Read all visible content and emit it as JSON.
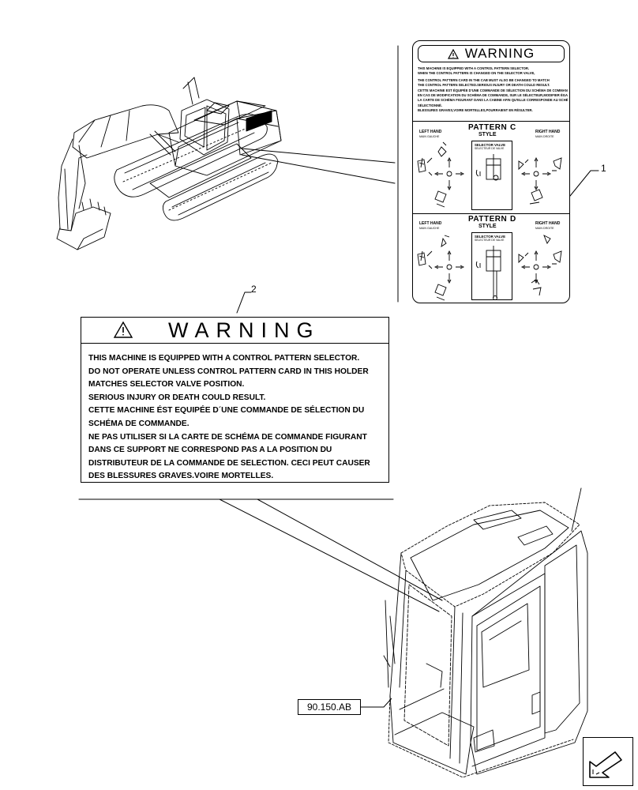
{
  "callouts": {
    "item1": "1",
    "item2": "2"
  },
  "reference_label": "90.150.AB",
  "decal_small": {
    "header": "WARNING",
    "lines": [
      "THIS MACHINE IS EQUIPPED WITH A CONTROL PATTERN SELECTOR.",
      "WHEN THE CONTROL PATTERN IS CHANGED ON THE SELECTOR VALVE,",
      "THE CONTROL PATTERN CARD IN THE CAB MUST ALSO BE CHANGED TO MATCH",
      "THE CONTROL PATTERN SELECTED.SERIOUS INJURY OR DEATH COULD RESULT.",
      "CETTE MACHINE EST ÉQUIPÉE D'UNE COMMANDE DE SÉLECTION DU SCHÉMA DE COMMANDE.",
      "EN CAS DE MODIFICATION DU SCHÉMA DE COMMANDE, SUR LE SÉLECTEUR,MODIFIER ÉGALEMENT",
      "LA CARTE DE SCHÉMA FIGURANT DANS LA CABINE AFIN QU'ELLE CORRESPONDE AU SCHÉMA",
      "SÉLECTIONNÉ.",
      "BLESSURES GRAVES,VOIRE MORTELLES,POURRAIENT EN RÉSULTER."
    ],
    "patterns": [
      {
        "title": "PATTERN",
        "letter": "C",
        "style": "STYLE",
        "left_hand": "LEFT HAND",
        "left_hand_fr": "MAIN GAUCHE",
        "right_hand": "RIGHT HAND",
        "right_hand_fr": "MAIN DROITE",
        "valve": "SELECTOR VALVE",
        "valve_fr": "SELECTEUR DE VALVE",
        "knob_low": false
      },
      {
        "title": "PATTERN",
        "letter": "D",
        "style": "STYLE",
        "left_hand": "LEFT HAND",
        "left_hand_fr": "MAIN GAUCHE",
        "right_hand": "RIGHT HAND",
        "right_hand_fr": "MAIN DROITE",
        "valve": "SELECTOR VALVE",
        "valve_fr": "SELECTEUR DE VALVE",
        "knob_low": true
      }
    ]
  },
  "decal_large": {
    "header": "WARNING",
    "lines": [
      "THIS MACHINE IS EQUIPPED WITH A CONTROL PATTERN SELECTOR.",
      "DO NOT OPERATE UNLESS CONTROL PATTERN CARD IN THIS HOLDER",
      "MATCHES SELECTOR VALVE POSITION.",
      "SERIOUS INJURY OR DEATH COULD RESULT.",
      "CETTE MACHINE ÉST EQUIPÉE D´UNE COMMANDE DE SÉLECTION DU",
      "SCHÉMA DE COMMANDE.",
      "NE PAS UTILISER SI LA CARTE DE SCHÉMA DE COMMANDE FIGURANT",
      "DANS CE SUPPORT NE CORRESPOND PAS A LA POSITION DU",
      "DISTRIBUTEUR DE LA COMMANDE DE SELECTION. CECI PEUT CAUSER",
      "DES BLESSURES GRAVES.VOIRE MORTELLES."
    ]
  },
  "icons": [
    "warning-triangle-icon",
    "next-page-arrow-icon"
  ]
}
